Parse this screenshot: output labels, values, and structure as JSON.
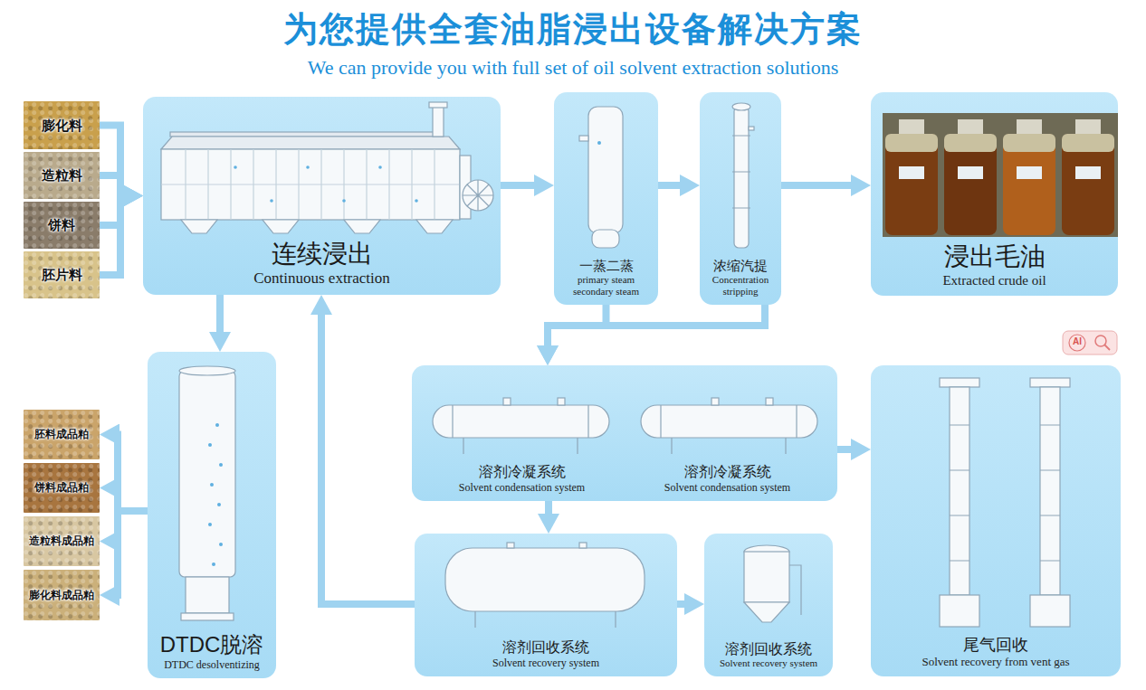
{
  "diagram": {
    "title": "为您提供全套油脂浸出设备解决方案",
    "nodes": [
      {
        "text": [
          "膨化料"
        ]
      },
      {
        "text": [
          "造粒料"
        ]
      },
      {
        "text": [
          "饼料"
        ]
      },
      {
        "text": [
          "胚片料"
        ]
      },
      {
        "text": [
          "连续浸出",
          "Continuous extraction"
        ]
      },
      {
        "text": [
          "一蒸二蒸",
          "primary steam secondary steam"
        ]
      },
      {
        "text": [
          "浓缩汽提",
          "Concentration stripping"
        ]
      },
      {
        "text": [
          "浸出毛油",
          "Extracted crude oil"
        ]
      },
      {
        "text": [
          "DTDC脱溶",
          "DTDC desolventizing"
        ]
      },
      {
        "text": [
          "胚料成品粕"
        ]
      },
      {
        "text": [
          "饼料成品粕"
        ]
      },
      {
        "text": [
          "造粒料成品粕"
        ]
      },
      {
        "text": [
          "膨化料成品粕"
        ]
      },
      {
        "text": [
          "溶剂冷凝系统",
          "Solvent condensation system",
          "溶剂冷凝系统",
          "Solvent condensation system"
        ]
      },
      {
        "text": [
          "溶剂回收系统",
          "Solvent recovery system"
        ]
      },
      {
        "text": [
          "溶剂回收系统",
          "Solvent recovery system"
        ]
      },
      {
        "text": [
          "尾气回收",
          "Solvent recovery from vent gas"
        ]
      }
    ],
    "edges": [
      {
        "from": 0,
        "to": 4,
        "arrow": "to"
      },
      {
        "from": 1,
        "to": 4,
        "arrow": "to"
      },
      {
        "from": 2,
        "to": 4,
        "arrow": "to"
      },
      {
        "from": 3,
        "to": 4,
        "arrow": "to"
      },
      {
        "from": 4,
        "to": 5,
        "arrow": "to"
      },
      {
        "from": 5,
        "to": 6,
        "arrow": "to"
      },
      {
        "from": 6,
        "to": 7,
        "arrow": "to"
      },
      {
        "from": 5,
        "to": 13,
        "arrow": "to"
      },
      {
        "from": 6,
        "to": 13,
        "arrow": "to"
      },
      {
        "from": 4,
        "to": 8,
        "arrow": "to"
      },
      {
        "from": 8,
        "to": 9,
        "arrow": "to"
      },
      {
        "from": 8,
        "to": 10,
        "arrow": "to"
      },
      {
        "from": 8,
        "to": 11,
        "arrow": "to"
      },
      {
        "from": 8,
        "to": 12,
        "arrow": "to"
      },
      {
        "from": 13,
        "to": 16,
        "arrow": "to"
      },
      {
        "from": 13,
        "to": 14,
        "arrow": "to"
      },
      {
        "from": 14,
        "to": 15,
        "arrow": "to"
      },
      {
        "from": 14,
        "to": 4,
        "arrow": "to"
      }
    ],
    "labels": [
      "We can provide you with full set of oil solvent extraction solutions",
      "AI"
    ]
  }
}
